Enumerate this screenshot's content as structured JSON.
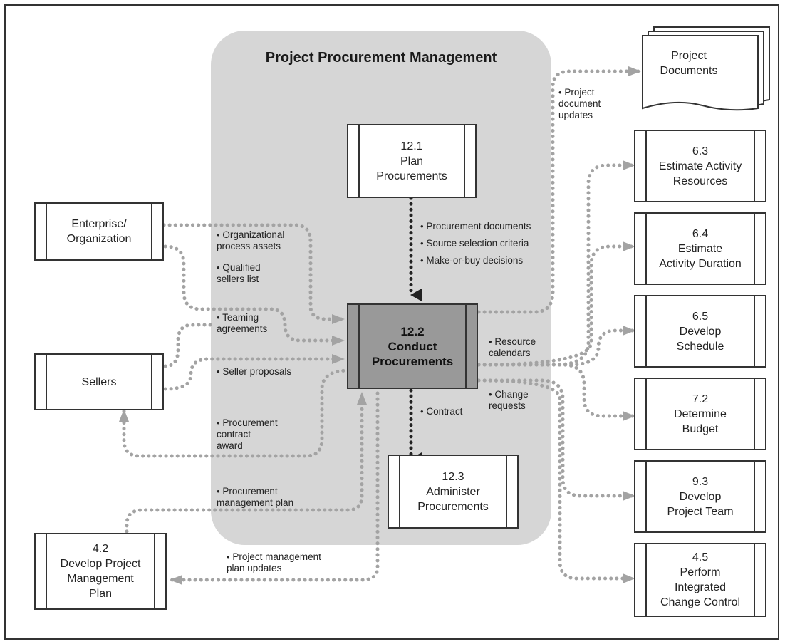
{
  "diagram": {
    "title": "Project Procurement Management",
    "center_process": {
      "number": "12.2",
      "line1": "Conduct",
      "line2": "Procurements"
    },
    "processes": {
      "plan": {
        "number": "12.1",
        "line1": "Plan",
        "line2": "Procurements"
      },
      "administer": {
        "number": "12.3",
        "line1": "Administer",
        "line2": "Procurements"
      },
      "enterprise": {
        "line1": "Enterprise/",
        "line2": "Organization"
      },
      "sellers": {
        "line1": "Sellers"
      },
      "develop_pm_plan": {
        "number": "4.2",
        "line1": "Develop Project",
        "line2": "Management",
        "line3": "Plan"
      },
      "project_documents": {
        "line1": "Project",
        "line2": "Documents"
      },
      "estimate_resources": {
        "number": "6.3",
        "line1": "Estimate Activity",
        "line2": "Resources"
      },
      "estimate_duration": {
        "number": "6.4",
        "line1": "Estimate",
        "line2": "Activity Duration"
      },
      "develop_schedule": {
        "number": "6.5",
        "line1": "Develop",
        "line2": "Schedule"
      },
      "determine_budget": {
        "number": "7.2",
        "line1": "Determine",
        "line2": "Budget"
      },
      "develop_team": {
        "number": "9.3",
        "line1": "Develop",
        "line2": "Project Team"
      },
      "integrated_change": {
        "number": "4.5",
        "line1": "Perform",
        "line2": "Integrated",
        "line3": "Change Control"
      }
    },
    "labels": {
      "bullet": "•",
      "procurement_documents": "Procurement documents",
      "source_selection": "Source selection criteria",
      "make_or_buy": "Make-or-buy decisions",
      "org_process_assets_1": "Organizational",
      "org_process_assets_2": "process assets",
      "qualified_sellers_1": "Qualified",
      "qualified_sellers_2": "sellers list",
      "teaming_1": "Teaming",
      "teaming_2": "agreements",
      "seller_proposals": "Seller proposals",
      "contract_award_1": "Procurement",
      "contract_award_2": "contract",
      "contract_award_3": "award",
      "pm_plan_1": "Procurement",
      "pm_plan_2": "management plan",
      "pm_plan_updates_1": "Project management",
      "pm_plan_updates_2": "plan updates",
      "contract": "Contract",
      "doc_updates_1": "Project",
      "doc_updates_2": "document",
      "doc_updates_3": "updates",
      "resource_cal_1": "Resource",
      "resource_cal_2": "calendars",
      "change_req_1": "Change",
      "change_req_2": "requests"
    },
    "colors": {
      "region_fill": "#d6d6d6",
      "center_fill": "#999999",
      "flow_dotted": "#999999",
      "flow_main": "#222222"
    }
  }
}
